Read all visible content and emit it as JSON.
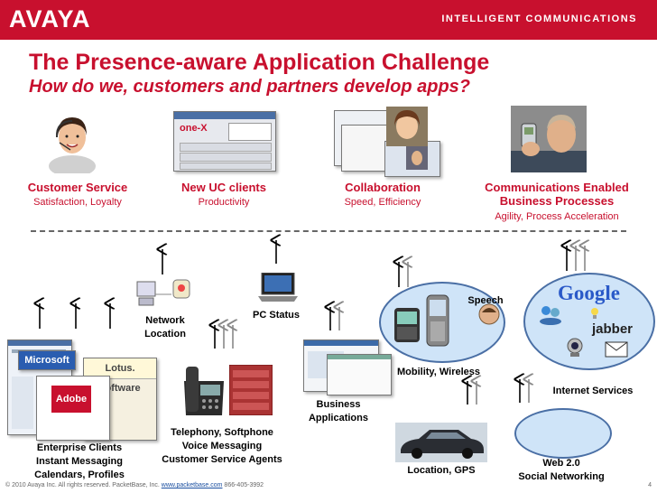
{
  "header": {
    "logo": "AVAYA",
    "tagline": "INTELLIGENT COMMUNICATIONS"
  },
  "slide": {
    "title": "The Presence-aware Application Challenge",
    "subtitle": "How do we, customers and partners develop apps?"
  },
  "categories": [
    {
      "title": "Customer Service",
      "subtitle": "Satisfaction, Loyalty"
    },
    {
      "title": "New UC clients",
      "subtitle": "Productivity"
    },
    {
      "title": "Collaboration",
      "subtitle": "Speed, Efficiency"
    },
    {
      "title_line1": "Communications Enabled",
      "title_line2": "Business Processes",
      "subtitle": "Agility, Process Acceleration"
    }
  ],
  "apps": {
    "enterprise": {
      "line1": "Enterprise Clients",
      "line2": "Instant Messaging",
      "line3": "Calendars, Profiles"
    },
    "network": {
      "line1": "Network",
      "line2": "Location"
    },
    "pc_status": "PC Status",
    "telephony": {
      "line1": "Telephony, Softphone",
      "line2": "Voice Messaging",
      "line3": "Customer Service Agents"
    },
    "business": {
      "line1": "Business",
      "line2": "Applications"
    },
    "mobility": "Mobility, Wireless",
    "speech": "Speech",
    "location": "Location, GPS",
    "internet": "Internet Services",
    "web": {
      "line1": "Web 2.0",
      "line2": "Social Networking"
    }
  },
  "logos": {
    "microsoft": "Microsoft",
    "lotus": "Lotus. software",
    "adobe": "Adobe",
    "google": "Google",
    "jabber": "jabber",
    "onex": "one-X"
  },
  "footer": {
    "copyright": "© 2010 Avaya Inc. All rights reserved.",
    "packet": "PacketBase, Inc.",
    "url": "www.packetbase.com",
    "phone": "866-405-3992",
    "page": "4"
  },
  "colors": {
    "brand_red": "#c8102e",
    "cloud_fill": "#cfe4f8",
    "cloud_stroke": "#4a6fa5"
  }
}
